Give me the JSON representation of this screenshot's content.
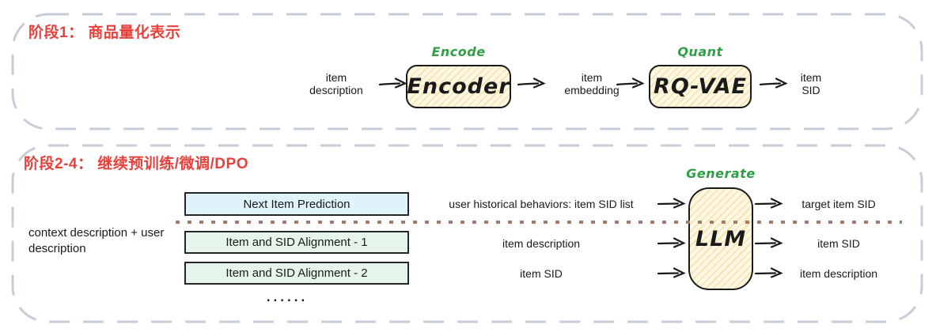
{
  "stage1": {
    "title": "阶段1： 商品量化表示",
    "input_label": "item description",
    "encode_tag": "Encode",
    "encoder_label": "Encoder",
    "embedding_label": "item embedding",
    "quant_tag": "Quant",
    "rqvae_label": "RQ-VAE",
    "output_label": "item SID"
  },
  "stage2": {
    "title": "阶段2-4： 继续预训练/微调/DPO",
    "context_label": "context description + user description",
    "tasks": [
      {
        "label": "Next Item Prediction",
        "input": "user historical behaviors: item SID list",
        "output": "target item SID"
      },
      {
        "label": "Item and SID Alignment - 1",
        "input": "item description",
        "output": "item SID"
      },
      {
        "label": "Item and SID Alignment - 2",
        "input": "item SID",
        "output": "item description"
      }
    ],
    "ellipsis_label": "......",
    "generate_tag": "Generate",
    "llm_label": "LLM"
  },
  "colors": {
    "stage_title_red": "#e8403a",
    "tag_green": "#2f9e44",
    "frame_dash_gray": "#c7cdd8",
    "divider_brown": "#a5796b",
    "hatch_fill": "#fdf8e6",
    "hatch_line": "#f4ce6a",
    "nip_box_blue": "#e0f3fa",
    "alignment_box_green": "#e6f5ea",
    "box_border_dark": "#1b1b1b"
  }
}
